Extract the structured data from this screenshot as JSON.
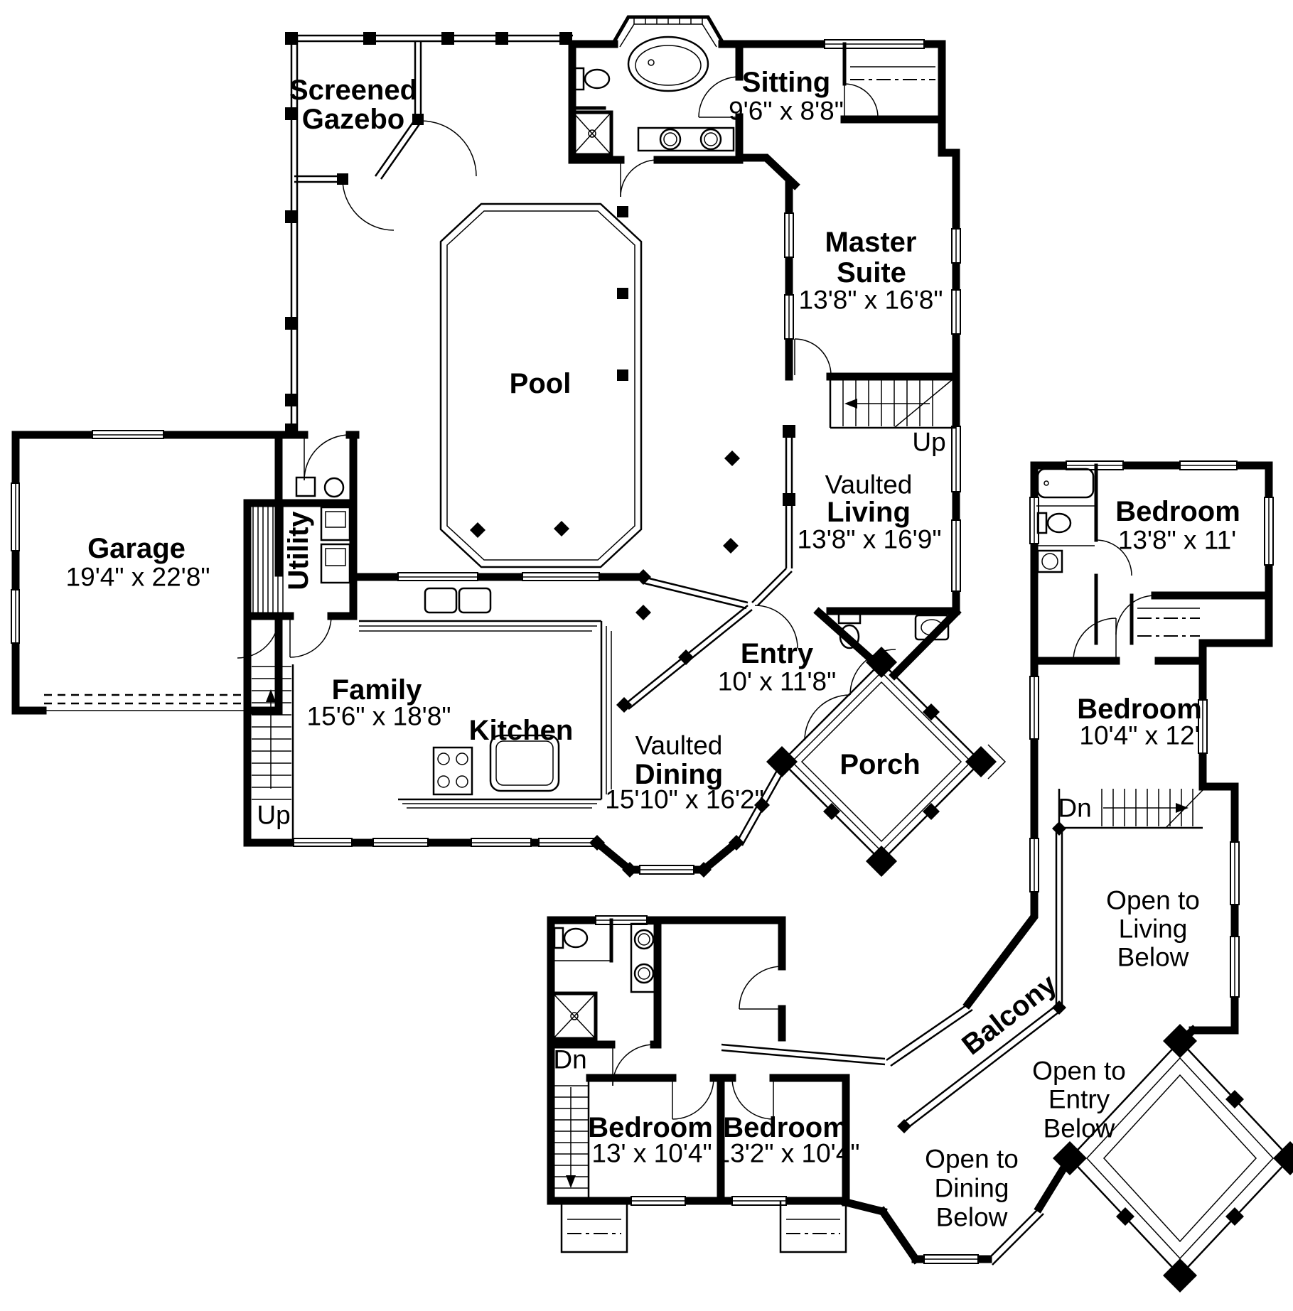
{
  "floor1": {
    "gazebo": {
      "line1": "Screened",
      "line2": "Gazebo"
    },
    "sitting": {
      "name": "Sitting",
      "dims": "9'6\" x 8'8\""
    },
    "master": {
      "line1": "Master",
      "line2": "Suite",
      "dims": "13'8\" x 16'8\""
    },
    "pool": {
      "name": "Pool"
    },
    "stairs_master": {
      "label": "Up"
    },
    "living": {
      "line1": "Vaulted",
      "line2": "Living",
      "dims": "13'8\" x 16'9\""
    },
    "garage": {
      "name": "Garage",
      "dims": "19'4\" x 22'8\""
    },
    "utility": {
      "name": "Utility"
    },
    "family": {
      "name": "Family",
      "dims": "15'6\" x 18'8\""
    },
    "kitchen": {
      "name": "Kitchen"
    },
    "dining": {
      "line1": "Vaulted",
      "line2": "Dining",
      "dims": "15'10\" x 16'2\""
    },
    "entry": {
      "name": "Entry",
      "dims": "10' x 11'8\""
    },
    "porch": {
      "name": "Porch"
    },
    "stairs_family": {
      "label": "Up"
    }
  },
  "floor2": {
    "bedroom_ne": {
      "name": "Bedroom",
      "dims": "13'8\" x 11'"
    },
    "bedroom_e": {
      "name": "Bedroom",
      "dims": "10'4\" x 12'"
    },
    "stairs_right": {
      "label": "Dn"
    },
    "open_living": {
      "line1": "Open to",
      "line2": "Living",
      "line3": "Below"
    },
    "balcony": {
      "name": "Balcony"
    },
    "open_entry": {
      "line1": "Open to",
      "line2": "Entry",
      "line3": "Below"
    },
    "open_dining": {
      "line1": "Open to",
      "line2": "Dining",
      "line3": "Below"
    },
    "stairs_left": {
      "label": "Dn"
    },
    "bedroom_sw": {
      "name": "Bedroom",
      "dims": "13' x 10'4\""
    },
    "bedroom_se": {
      "name": "Bedroom",
      "dims": "13'2\" x 10'4\""
    }
  }
}
